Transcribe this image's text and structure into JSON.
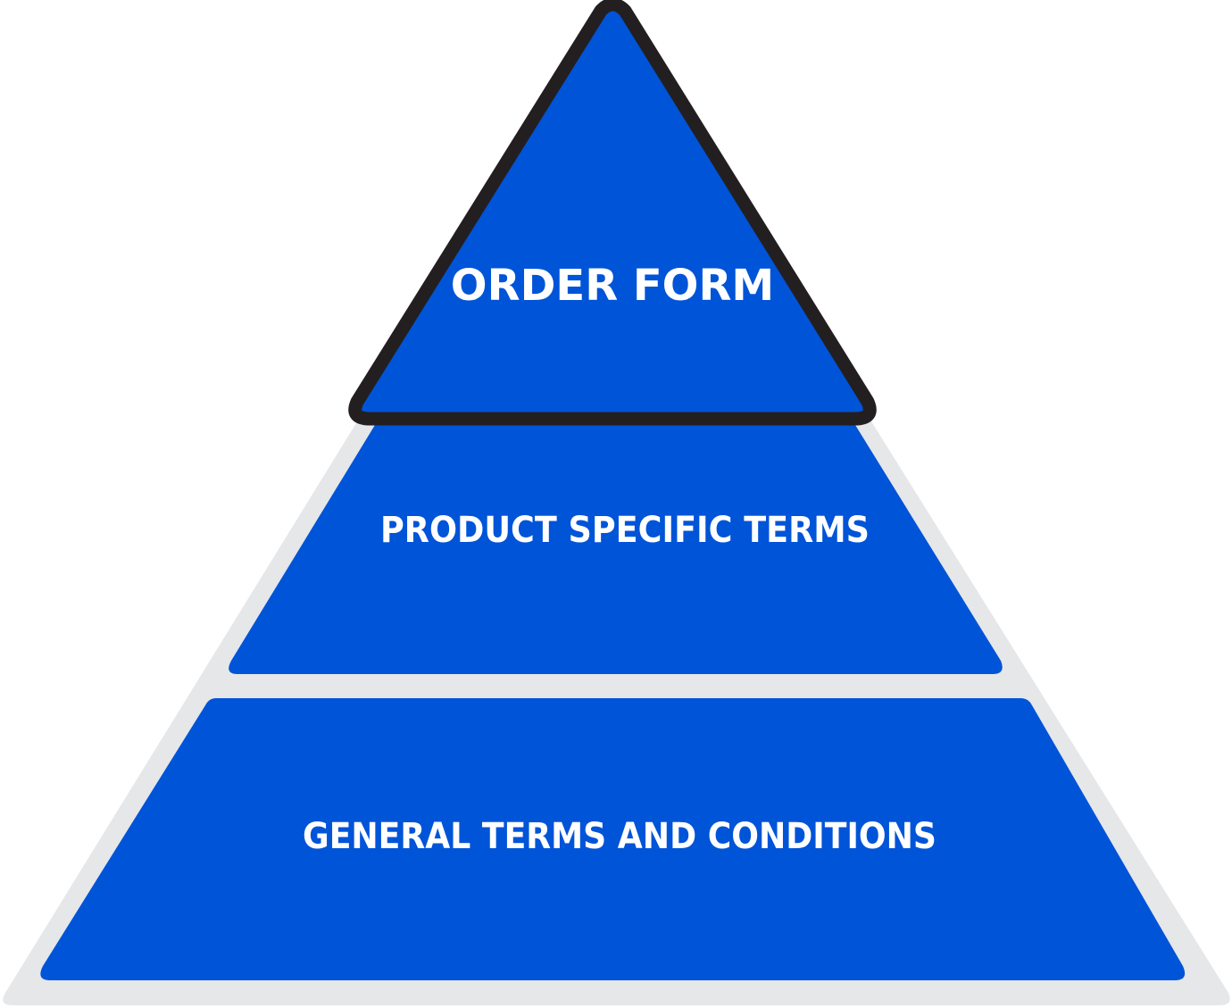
{
  "pyramid": {
    "colors": {
      "tier_fill": "#0054d8",
      "background_shape": "#e6e7e9",
      "highlight_outline": "#231f20",
      "label_text": "#ffffff"
    },
    "tiers": [
      {
        "id": "order-form",
        "label": "ORDER FORM",
        "highlighted": true
      },
      {
        "id": "product-specific-terms",
        "label": "PRODUCT SPECIFIC TERMS",
        "highlighted": false
      },
      {
        "id": "general-terms-and-conditions",
        "label": "GENERAL TERMS AND CONDITIONS",
        "highlighted": false
      }
    ]
  }
}
